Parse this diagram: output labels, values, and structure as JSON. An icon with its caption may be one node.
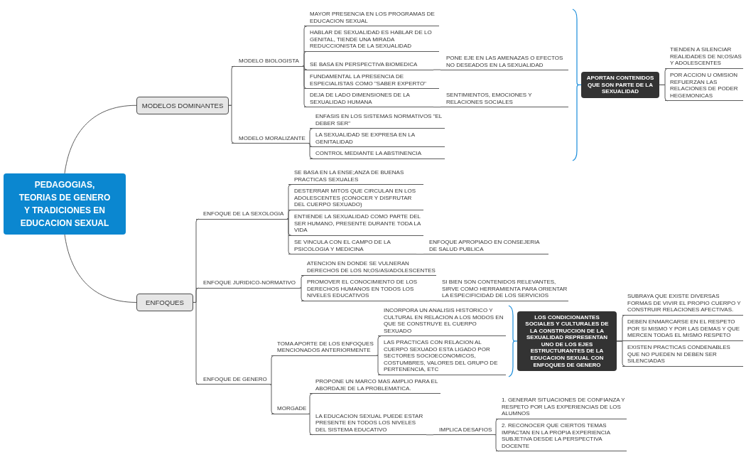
{
  "diagram": {
    "nodes": [
      {
        "text": [
          "PEDAGOGIAS, TEORIAS DE GENERO Y TRADICIONES EN EDUCACION SEXUAL"
        ]
      },
      {
        "text": [
          "MODELOS DOMINANTES"
        ]
      },
      {
        "text": [
          "MODELO BIOLOGISTA"
        ]
      },
      {
        "text": [
          "MAYOR PRESENCIA EN LOS PROGRAMAS DE EDUCACION SEXUAL"
        ]
      },
      {
        "text": [
          "HABLAR DE SEXUALIDAD ES HABLAR DE LO GENITAL, TIENDE UNA MIRADA REDUCCIONISTA DE LA SEXUALIDAD"
        ]
      },
      {
        "text": [
          "SE BASA EN PERSPECTIVA BIOMEDICA"
        ]
      },
      {
        "text": [
          "PONE EJE EN LAS AMENAZAS O EFECTOS NO DESEADOS EN LA SEXUALIDAD"
        ]
      },
      {
        "text": [
          "FUNDAMENTAL LA PRESENCIA DE ESPECIALISTAS COMO \"SABER EXPERTO\""
        ]
      },
      {
        "text": [
          "DEJA DE LADO DIMENSIONES DE LA SEXUALIDAD HUMANA"
        ]
      },
      {
        "text": [
          "SENTIMIENTOS, EMOCIONES Y RELACIONES SOCIALES"
        ]
      },
      {
        "text": [
          "MODELO MORALIZANTE"
        ]
      },
      {
        "text": [
          "ENFASIS EN LOS SISTEMAS NORMATIVOS \"EL DEBER SER\""
        ]
      },
      {
        "text": [
          "LA SEXUALIDAD SE EXPRESA EN LA GENITALIDAD"
        ]
      },
      {
        "text": [
          "CONTROL MEDIANTE LA ABSTINENCIA"
        ]
      },
      {
        "text": [
          "APORTAN CONTENIDOS QUE SON PARTE DE LA SEXUALIDAD"
        ]
      },
      {
        "text": [
          "TIENDEN A SILENCIAR REALIDADES DE NI;OS/AS Y ADOLESCENTES"
        ]
      },
      {
        "text": [
          "POR ACCION U OMISION REFUERZAN LAS RELACIONES DE PODER HEGEMONICAS"
        ]
      },
      {
        "text": [
          "ENFOQUES"
        ]
      },
      {
        "text": [
          "ENFOQUE DE LA SEXOLOGIA"
        ]
      },
      {
        "text": [
          "SE BASA EN LA ENSE;ANZA DE BUENAS PRACTICAS SEXUALES"
        ]
      },
      {
        "text": [
          "DESTERRAR MITOS QUE CIRCULAN EN LOS ADOLESCENTES (CONOCER Y DISFRUTAR DEL CUERPO SEXUADO)"
        ]
      },
      {
        "text": [
          "ENTIENDE LA SEXUALIDAD COMO PARTE DEL SER HUMANO, PRESENTE DURANTE TODA LA VIDA"
        ]
      },
      {
        "text": [
          "SE VINCULA CON EL CAMPO DE LA PSICOLOGIA Y MEDICINA"
        ]
      },
      {
        "text": [
          "ENFOQUE APROPIADO EN CONSEJERIA DE SALUD PUBLICA"
        ]
      },
      {
        "text": [
          "ENFOQUE JURIDICO-NORMATIVO"
        ]
      },
      {
        "text": [
          "ATENCION EN DONDE SE VULNERAN DERECHOS DE LOS NI;OS/AS/ADOLESCENTES"
        ]
      },
      {
        "text": [
          "PROMOVER EL CONOCIMIENTO DE LOS DERECHOS HUMANOS EN TODOS LOS NIVELES EDUCATIVOS"
        ]
      },
      {
        "text": [
          "SI BIEN SON CONTENIDOS RELEVANTES, SIRVE COMO HERRAMIENTA PARA ORIENTAR LA ESPECIFICIDAD DE LOS SERVICIOS"
        ]
      },
      {
        "text": [
          "ENFOQUE DE GENERO"
        ]
      },
      {
        "text": [
          "TOMA APORTE DE LOS ENFOQUES MENCIONADOS ANTERIORMENTE"
        ]
      },
      {
        "text": [
          "INCORPORA UN ANALISIS HISTORICO Y CULTURAL EN RELACION A LOS MODOS EN QUE SE CONSTRUYE EL CUERPO SEXUADO"
        ]
      },
      {
        "text": [
          "LAS PRACTICAS CON RELACION AL CUERPO SEXUADO ESTA LIGADO POR SECTORES SOCIOECONOMICOS, COSTUMBRES, VALORES DEL GRUPO DE PERTENENCIA, ETC"
        ]
      },
      {
        "text": [
          "LOS CONDICIONANTES SOCIALES Y CULTURALES DE LA CONSTRUCCION DE LA SEXUALIDAD REPRESENTAN UNO DE LOS EJES ESTRUCTURANTES DE LA EDUCACION SEXUAL CON ENFOQUES DE GENERO"
        ]
      },
      {
        "text": [
          "SUBRAYA QUE EXISTE DIVERSAS FORMAS DE VIVIR EL PROPIO CUERPO Y CONSTRUIR RELACIONES AFECTIVAS."
        ]
      },
      {
        "text": [
          "DEBEN ENMARCARSE EN EL RESPETO POR SI MISMO Y POR LAS DEMAS Y QUE MERCEN TODAS EL MISMO RESPETO"
        ]
      },
      {
        "text": [
          "EXISTEN PRACTICAS CONDENABLES QUE NO PUEDEN NI DEBEN SER SILENCIADAS"
        ]
      },
      {
        "text": [
          "MORGADE"
        ]
      },
      {
        "text": [
          "PROPONE UN MARCO MAS AMPLIO PARA EL ABORDAJE DE LA PROBLEMATICA."
        ]
      },
      {
        "text": [
          "LA EDUCACION SEXUAL PUEDE ESTAR PRESENTE EN TODOS LOS NIVELES DEL SISTEMA EDUCATIVO"
        ]
      },
      {
        "text": [
          "IMPLICA DESAFIOS"
        ]
      },
      {
        "text": [
          "1. GENERAR SITUACIONES DE CONFIANZA Y RESPETO POR LAS EXPERIENCIAS DE LOS ALUMNOS"
        ]
      },
      {
        "text": [
          "2. RECONOCER QUE CIERTOS TEMAS IMPACTAN EN LA PROPIA EXPERIENCIA SUBJETIVA DESDE LA PERSPECTIVA DOCENTE"
        ]
      }
    ],
    "edges": [
      {
        "from": 0,
        "to": 1,
        "arrow": "none"
      },
      {
        "from": 1,
        "to": 2,
        "arrow": "none"
      },
      {
        "from": 2,
        "to": 3,
        "arrow": "none"
      },
      {
        "from": 2,
        "to": 4,
        "arrow": "none"
      },
      {
        "from": 2,
        "to": 5,
        "arrow": "none"
      },
      {
        "from": 5,
        "to": 6,
        "arrow": "none"
      },
      {
        "from": 2,
        "to": 7,
        "arrow": "none"
      },
      {
        "from": 2,
        "to": 8,
        "arrow": "none"
      },
      {
        "from": 8,
        "to": 9,
        "arrow": "none"
      },
      {
        "from": 1,
        "to": 10,
        "arrow": "none"
      },
      {
        "from": 10,
        "to": 11,
        "arrow": "none"
      },
      {
        "from": 10,
        "to": 12,
        "arrow": "none"
      },
      {
        "from": 10,
        "to": 13,
        "arrow": "none"
      },
      {
        "from": 14,
        "to": 15,
        "arrow": "none"
      },
      {
        "from": 14,
        "to": 16,
        "arrow": "none"
      },
      {
        "from": 0,
        "to": 17,
        "arrow": "none"
      },
      {
        "from": 17,
        "to": 18,
        "arrow": "none"
      },
      {
        "from": 18,
        "to": 19,
        "arrow": "none"
      },
      {
        "from": 18,
        "to": 20,
        "arrow": "none"
      },
      {
        "from": 18,
        "to": 21,
        "arrow": "none"
      },
      {
        "from": 18,
        "to": 22,
        "arrow": "none"
      },
      {
        "from": 22,
        "to": 23,
        "arrow": "none"
      },
      {
        "from": 17,
        "to": 24,
        "arrow": "none"
      },
      {
        "from": 24,
        "to": 25,
        "arrow": "none"
      },
      {
        "from": 24,
        "to": 26,
        "arrow": "none"
      },
      {
        "from": 26,
        "to": 27,
        "arrow": "none"
      },
      {
        "from": 17,
        "to": 28,
        "arrow": "none"
      },
      {
        "from": 28,
        "to": 29,
        "arrow": "none"
      },
      {
        "from": 29,
        "to": 30,
        "arrow": "none"
      },
      {
        "from": 29,
        "to": 31,
        "arrow": "none"
      },
      {
        "from": 32,
        "to": 33,
        "arrow": "none"
      },
      {
        "from": 32,
        "to": 34,
        "arrow": "none"
      },
      {
        "from": 32,
        "to": 35,
        "arrow": "none"
      },
      {
        "from": 28,
        "to": 36,
        "arrow": "none"
      },
      {
        "from": 36,
        "to": 37,
        "arrow": "none"
      },
      {
        "from": 36,
        "to": 38,
        "arrow": "none"
      },
      {
        "from": 38,
        "to": 39,
        "arrow": "none"
      },
      {
        "from": 39,
        "to": 40,
        "arrow": "none"
      },
      {
        "from": 39,
        "to": 41,
        "arrow": "none"
      }
    ]
  }
}
